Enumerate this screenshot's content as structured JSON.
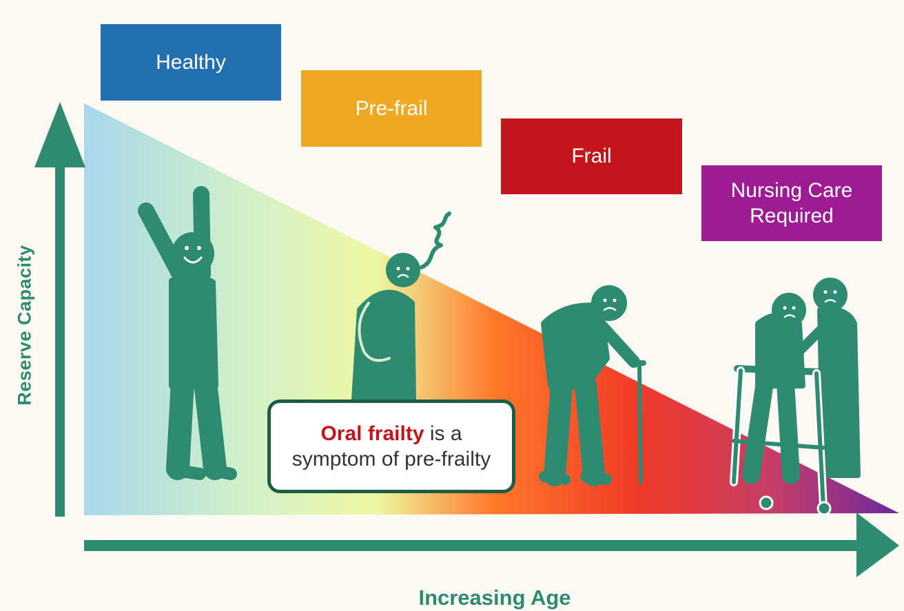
{
  "stages": [
    {
      "id": "healthy",
      "label": "Healthy",
      "color": "#2270b0"
    },
    {
      "id": "prefrail",
      "label": "Pre-frail",
      "color": "#eea822"
    },
    {
      "id": "frail",
      "label": "Frail",
      "color": "#c4141c"
    },
    {
      "id": "nursing",
      "label": "Nursing Care\nRequired",
      "color": "#9e1b93"
    }
  ],
  "callout": {
    "emphasis": "Oral frailty",
    "line1_rest": " is a",
    "line2": "symptom of pre-frailty"
  },
  "axes": {
    "y_label": "Reserve Capacity",
    "x_label": "Increasing Age"
  },
  "colors": {
    "figure": "#2e8b71",
    "axis": "#2e8b71",
    "background": "#fcf9f2",
    "gradient": [
      "#a8d8ec",
      "#d6f2c4",
      "#eef7a0",
      "#ff7a2a",
      "#f03a28",
      "#8a2a9e"
    ]
  },
  "figures": [
    {
      "name": "healthy-person-icon",
      "depicts": "person with arms raised, smiling"
    },
    {
      "name": "prefrail-person-icon",
      "depicts": "stooped worried person"
    },
    {
      "name": "frail-person-icon",
      "depicts": "bent person with cane"
    },
    {
      "name": "nursing-care-icon",
      "depicts": "person with walker assisted by caregiver"
    }
  ]
}
